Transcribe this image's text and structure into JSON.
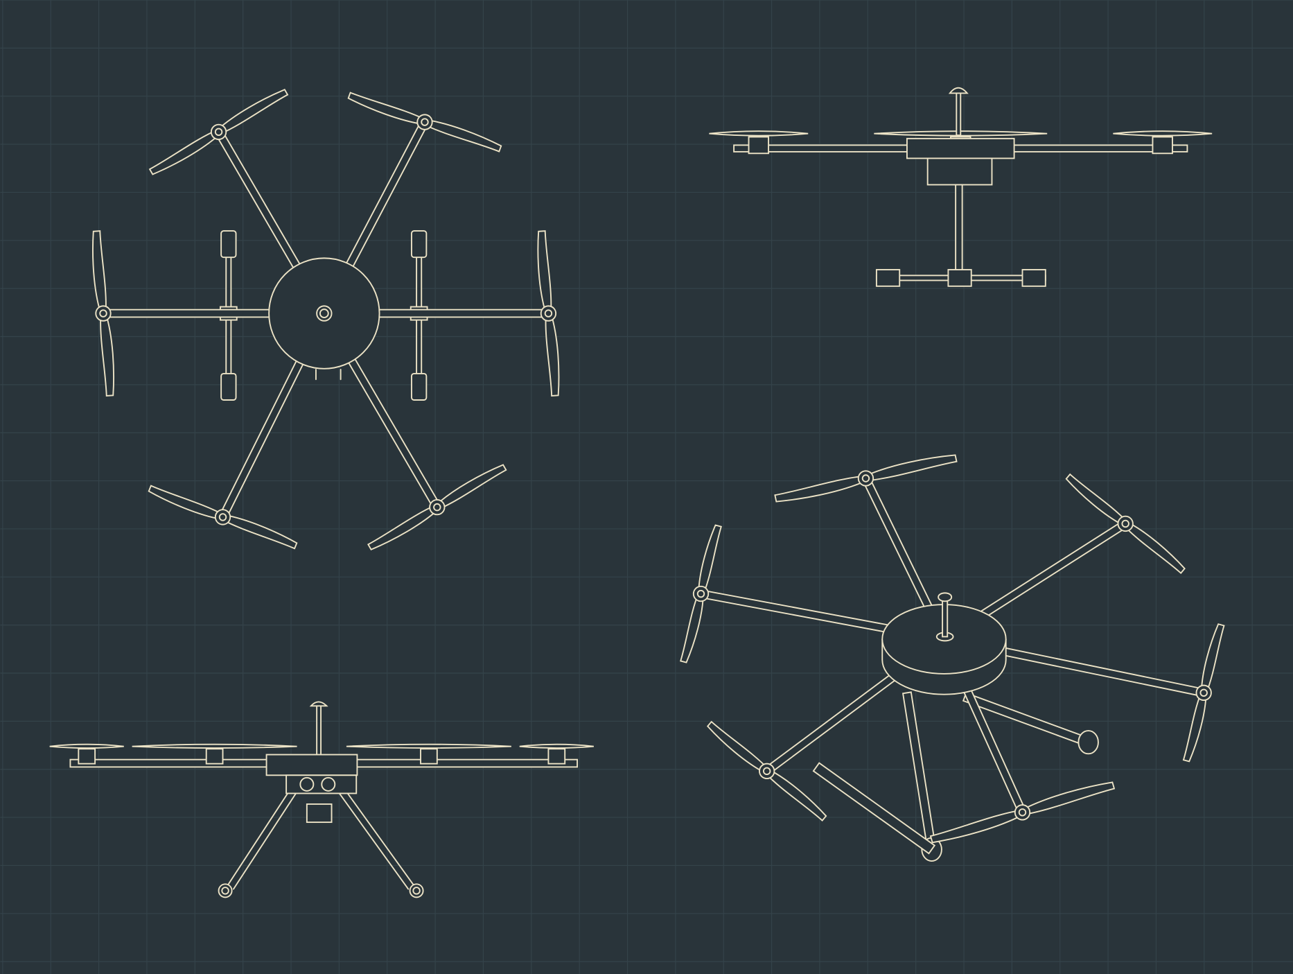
{
  "colors": {
    "background": "#29343a",
    "grid": "#34434a",
    "linework": "#ece3c6"
  },
  "views": [
    {
      "name": "top-view"
    },
    {
      "name": "front-view"
    },
    {
      "name": "side-view"
    },
    {
      "name": "perspective-view"
    }
  ]
}
